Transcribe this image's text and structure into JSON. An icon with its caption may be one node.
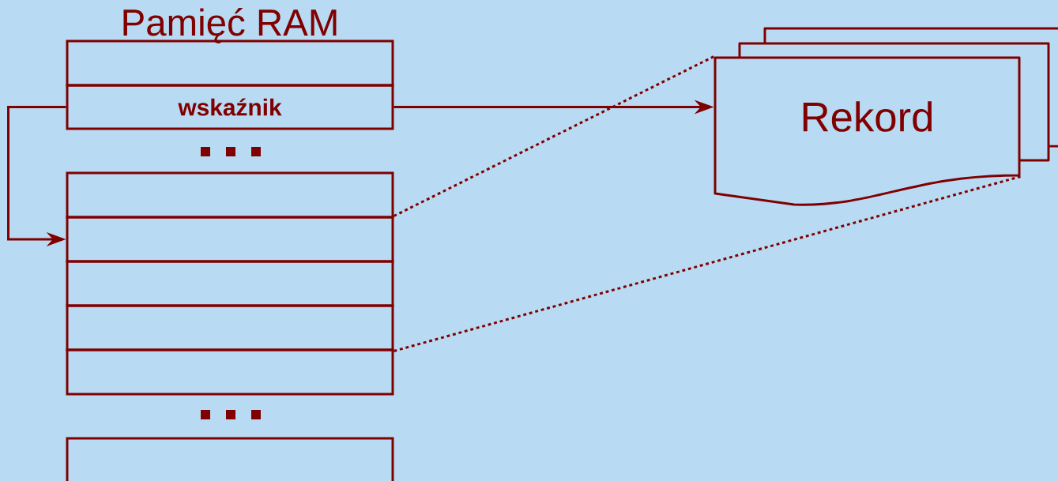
{
  "diagram": {
    "title": "Pamięć RAM",
    "nodes": [
      {
        "text": [],
        "shape": "box"
      },
      {
        "text": [
          "wskaźnik"
        ]
      },
      {
        "text": [],
        "shape": "box"
      },
      {
        "text": [],
        "shape": "box"
      },
      {
        "text": [],
        "shape": "box"
      },
      {
        "text": [],
        "shape": "box"
      },
      {
        "text": [],
        "shape": "box"
      },
      {
        "text": [],
        "shape": "box"
      },
      {
        "text": [
          "Rekord"
        ]
      }
    ],
    "edges": [
      {
        "from": 1,
        "to": 8,
        "arrow": "to"
      },
      {
        "from": 1,
        "to": 3,
        "arrow": "to"
      },
      {
        "from": 3,
        "to": 8,
        "arrow": "none",
        "style": "dashed"
      },
      {
        "from": 5,
        "to": 8,
        "arrow": "none",
        "style": "dashed"
      }
    ]
  }
}
